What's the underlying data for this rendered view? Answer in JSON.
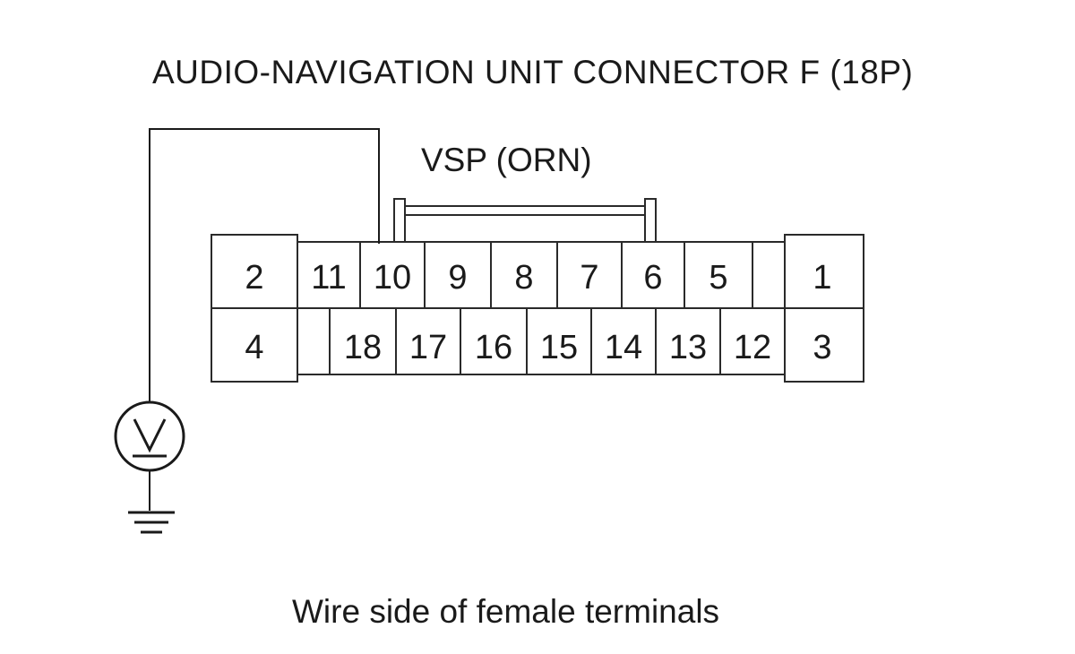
{
  "title": "AUDIO-NAVIGATION UNIT CONNECTOR F (18P)",
  "signal_label": "VSP (ORN)",
  "caption": "Wire side of female terminals",
  "connector": {
    "end_pins": [
      "2",
      "4",
      "1",
      "3"
    ],
    "top_row": [
      "11",
      "10",
      "9",
      "8",
      "7",
      "6",
      "5",
      ""
    ],
    "bottom_row": [
      "",
      "18",
      "17",
      "16",
      "15",
      "14",
      "13",
      "12"
    ]
  },
  "probe": {
    "terminal": "10",
    "meter_icon": "voltmeter-icon",
    "ground_icon": "ground-icon"
  }
}
